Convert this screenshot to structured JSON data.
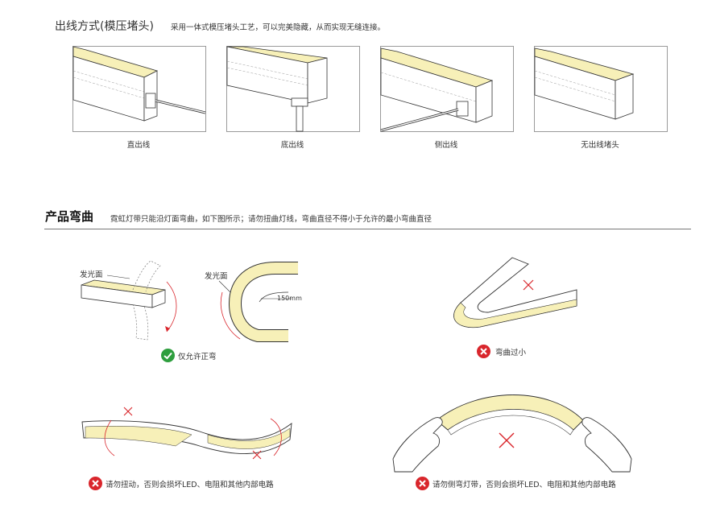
{
  "outlet": {
    "title": "出线方式(模压堵头)",
    "description": "采用一体式模压堵头工艺，可以完美隐藏，从而实现无缝连接。",
    "items": [
      {
        "label": "直出线"
      },
      {
        "label": "底出线"
      },
      {
        "label": "侧出线"
      },
      {
        "label": "无出线堵头"
      }
    ]
  },
  "bending": {
    "title": "产品弯曲",
    "description": "霓虹灯带只能沿灯面弯曲，如下图所示；请勿扭曲灯线，弯曲直径不得小于允许的最小弯曲直径",
    "emitting_face_label": "发光面",
    "diameter_label": "150mm",
    "cases": [
      {
        "caption": "仅允许正弯",
        "status": "allowed"
      },
      {
        "caption": "弯曲过小",
        "status": "forbidden"
      },
      {
        "caption": "请勿扭动，否则会损坏LED、电阻和其他内部电路",
        "status": "forbidden"
      },
      {
        "caption": "请勿侧弯灯带，否则会损坏LED、电阻和其他内部电路",
        "status": "forbidden"
      }
    ]
  },
  "colors": {
    "emitting": "#f7f0b8",
    "ok": "#2e9e3e",
    "bad": "#d9262c",
    "line": "#333333"
  }
}
